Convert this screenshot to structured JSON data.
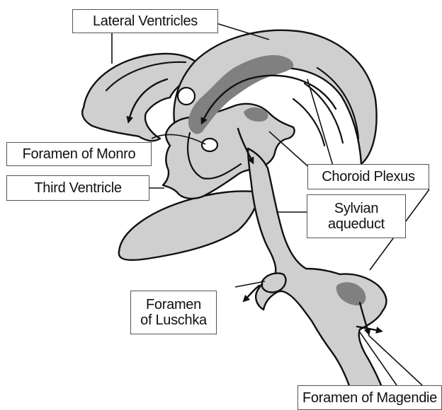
{
  "diagram": {
    "colors": {
      "fill": "#cfcfcf",
      "choroid": "#808080",
      "stroke": "#111111",
      "label_border": "#555555"
    },
    "labels": {
      "lateral_ventricles": "Lateral Ventricles",
      "foramen_of_monro": "Foramen of Monro",
      "third_ventricle": "Third Ventricle",
      "choroid_plexus": "Choroid Plexus",
      "sylvian_aqueduct": "Sylvian\naqueduct",
      "foramen_of_luschka": "Foramen\nof Luschka",
      "foramen_of_magendie": "Foramen of Magendie"
    }
  }
}
